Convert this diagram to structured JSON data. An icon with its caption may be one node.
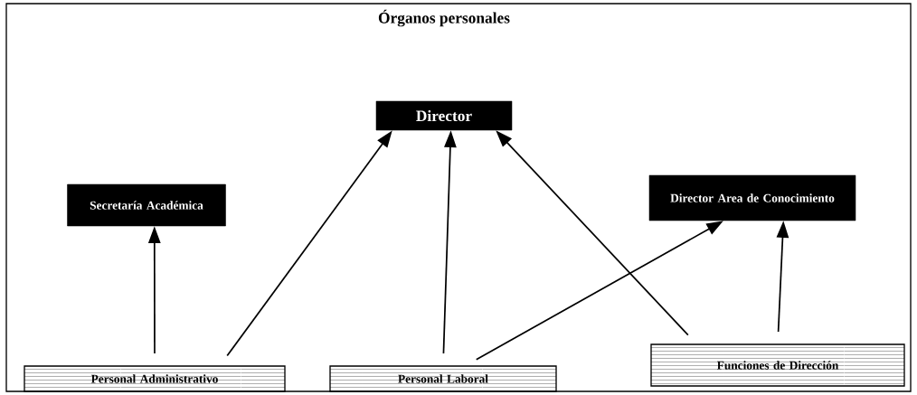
{
  "diagram": {
    "title": "Órganos personales",
    "nodes": [
      {
        "text": [
          "Director"
        ]
      },
      {
        "text": [
          "Secretaría Académica"
        ]
      },
      {
        "text": [
          "Director Area de Conocimiento"
        ]
      },
      {
        "text": [
          "Personal Administrativo"
        ]
      },
      {
        "text": [
          "Personal Laboral"
        ]
      },
      {
        "text": [
          "Funciones de Dirección"
        ]
      }
    ],
    "edges": [
      {
        "from": 3,
        "to": 1,
        "arrow": "to"
      },
      {
        "from": 3,
        "to": 0,
        "arrow": "to"
      },
      {
        "from": 4,
        "to": 0,
        "arrow": "to"
      },
      {
        "from": 4,
        "to": 2,
        "arrow": "to"
      },
      {
        "from": 5,
        "to": 0,
        "arrow": "to"
      },
      {
        "from": 5,
        "to": 2,
        "arrow": "to"
      }
    ]
  }
}
